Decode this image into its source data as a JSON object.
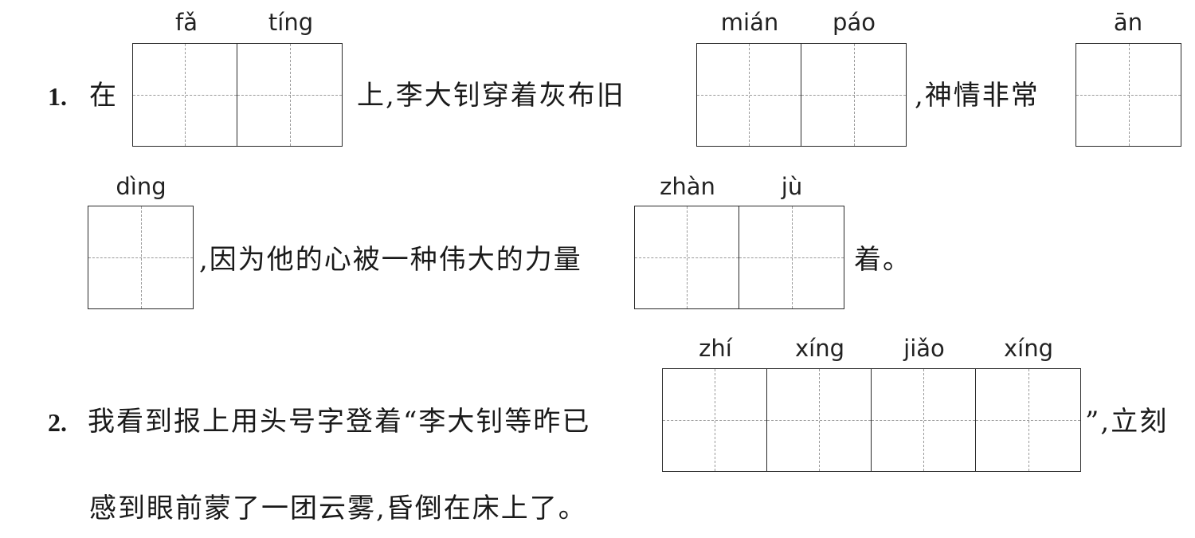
{
  "q1": {
    "number": "1.",
    "text": [
      "在",
      "上,李大钊穿着灰布旧",
      ",神情非常",
      ",因为他的心被一种伟大的力量",
      "着。"
    ],
    "pinyin": [
      "fǎ",
      "tíng",
      "mián",
      "páo",
      "ān",
      "dìng",
      "zhàn",
      "jù"
    ]
  },
  "q2": {
    "number": "2.",
    "text": [
      "我看到报上用头号字登着“李大钊等昨已",
      "”,立刻",
      "感到眼前蒙了一团云雾,昏倒在床上了。"
    ],
    "pinyin": [
      "zhí",
      "xíng",
      "jiǎo",
      "xíng"
    ]
  }
}
